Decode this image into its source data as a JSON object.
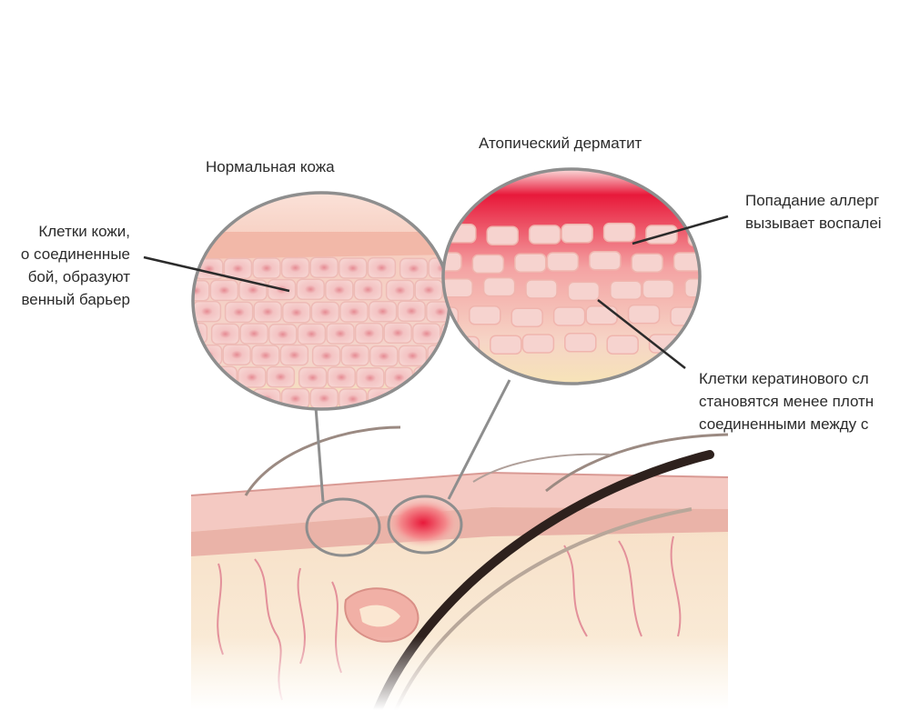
{
  "titles": {
    "normal_skin": "Нормальная кожа",
    "atopic_dermatitis": "Атопический дерматит"
  },
  "annotations": {
    "left": [
      "Клетки кожи,",
      "о соединенные",
      "бой, образуют",
      "венный барьер"
    ],
    "right_top": [
      "Попадание аллерг",
      "вызывает воспалеі"
    ],
    "right_bottom": [
      "Клетки кератинового сл",
      "становятся менее плотн",
      "соединенными между с"
    ]
  },
  "colors": {
    "skin_pink": "#f4c9c2",
    "cell_pink": "#f7d2cf",
    "inflammation_red": "#e8193a",
    "fat_yellow": "#f7e9b9",
    "outline_gray": "#8e8e8e",
    "hair_dark": "#2e211d"
  }
}
